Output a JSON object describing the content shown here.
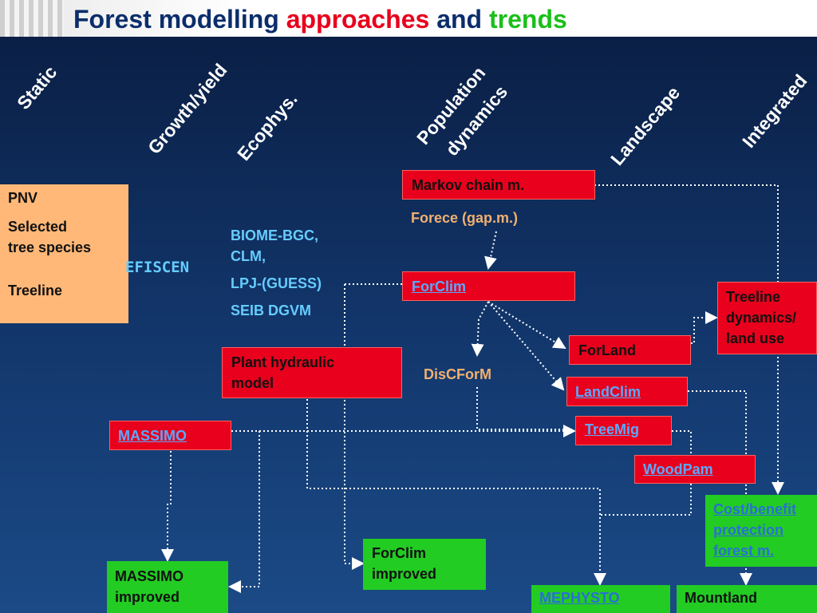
{
  "title": {
    "part1": "Forest modelling ",
    "part2": "approaches",
    "part3": " and ",
    "part4": "trends"
  },
  "columns": [
    "Static",
    "Growth/yield",
    "Ecophys.",
    "Population",
    "dynamics",
    "Landscape",
    "Integrated"
  ],
  "static_box": {
    "line1": "PNV",
    "line2": "Selected",
    "line3": "tree species",
    "line4": "Treeline"
  },
  "efiscen": "EFISCEN",
  "ecophys_models": {
    "l1": "BIOME-BGC,",
    "l2": "CLM,",
    "l3": "LPJ-(GUESS)",
    "l4": "SEIB DGVM"
  },
  "plant_hydraulic": {
    "l1": "Plant hydraulic",
    "l2": "model"
  },
  "massimo": "MASSIMO",
  "massimo_improved": {
    "l1": "MASSIMO",
    "l2": "improved"
  },
  "markov": "Markov chain m.",
  "forece": "Forece (gap.m.)",
  "forclim": "ForClim",
  "discform": "DisCForM",
  "forclim_improved": {
    "l1": "ForClim",
    "l2": "improved"
  },
  "forland": "ForLand",
  "landclim": "LandClim",
  "treemig": "TreeMig",
  "woodpam": "WoodPam",
  "mephysto": "MEPHYSTO",
  "treeline_dyn": {
    "l1": "Treeline",
    "l2": "dynamics/",
    "l3": "land use"
  },
  "cost_benefit": {
    "l1": "Cost/benefit",
    "l2": "protection",
    "l3": "forest m."
  },
  "mountland": "Mountland",
  "colors": {
    "red": "#e8001c",
    "green": "#22cc22",
    "orange": "#ffb878",
    "link": "#5aa8ff",
    "bg": "#0d2a55"
  }
}
